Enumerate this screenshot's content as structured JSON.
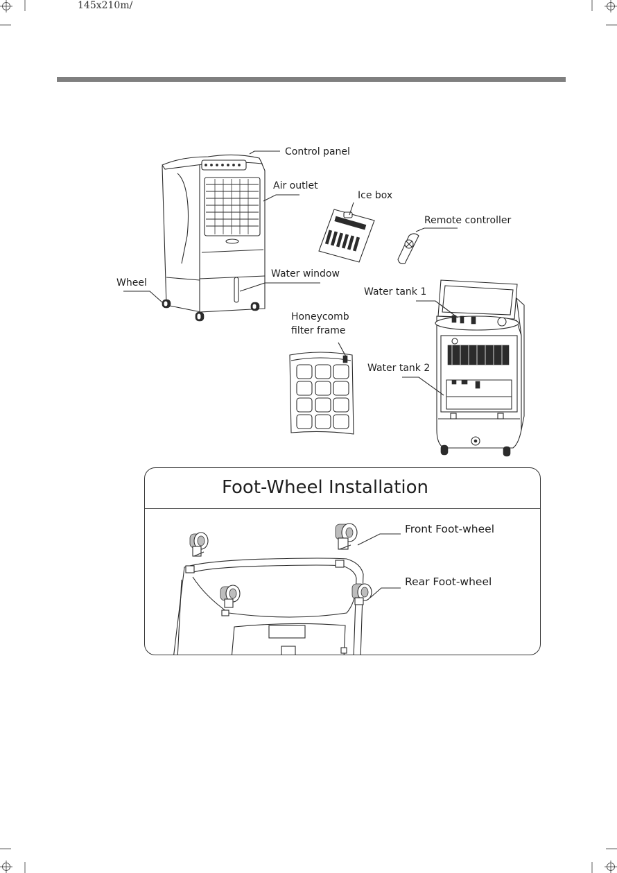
{
  "header": {
    "size_tag": "145x210m/"
  },
  "labels": {
    "control_panel": "Control panel",
    "air_outlet": "Air outlet",
    "ice_box": "Ice box",
    "remote_controller": "Remote controller",
    "wheel": "Wheel",
    "water_window": "Water window",
    "water_tank_1": "Water tank 1",
    "honeycomb_line1": "Honeycomb",
    "honeycomb_line2": "filter frame",
    "water_tank_2": "Water tank 2"
  },
  "install": {
    "title": "Foot-Wheel Installation",
    "front_wheel": "Front Foot-wheel",
    "rear_wheel": "Rear Foot-wheel"
  }
}
